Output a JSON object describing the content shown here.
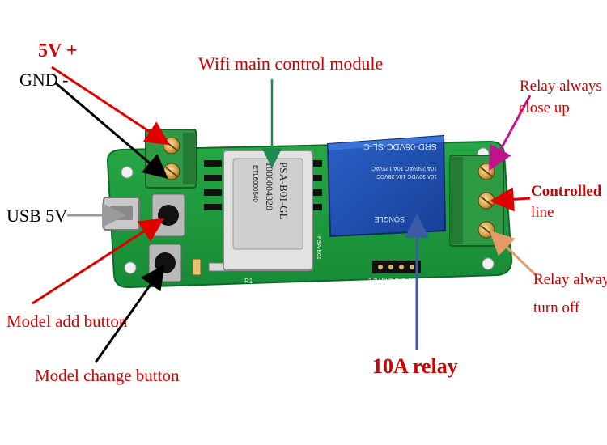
{
  "labels": {
    "power_plus": "5V +",
    "gnd_minus": "GND -",
    "wifi_module": "Wifi main control module",
    "usb": "USB 5V",
    "model_add": "Model add button",
    "model_change": "Model change button",
    "relay_nc_line1": "Relay always",
    "relay_nc_line2": "close up",
    "controlled_line1": "Controlled",
    "controlled_line2": "line",
    "relay_no_line1": "Relay always",
    "relay_no_line2": "turn off",
    "relay_10a": "10A relay"
  },
  "board_text": {
    "module_model": "PSA-B01-GL",
    "module_id": "1000004320",
    "module_code": "ETL6000540",
    "relay_model": "SRD-05VDC-SL-C",
    "relay_rating1": "10A 250VAC 10A 125VAC",
    "relay_rating2": "10A 30VDC 10A 28VDC",
    "relay_brand": "SONGLE",
    "silk_board": "PSA-B01",
    "silk_pins": "3.3V RXD TXD GND",
    "silk_r": "R1"
  },
  "colors": {
    "pcb": "#1f9a3e",
    "terminal": "#2e8b3a",
    "relay": "#1f4fb0",
    "module": "#d9d9d9",
    "arrow_red": "#e00000",
    "arrow_black": "#000000",
    "arrow_gray": "#9a9a9a",
    "arrow_green": "#1f8a50",
    "arrow_blue": "#3c5aa6",
    "arrow_magenta": "#c0148c",
    "arrow_orange": "#e59a6a"
  }
}
